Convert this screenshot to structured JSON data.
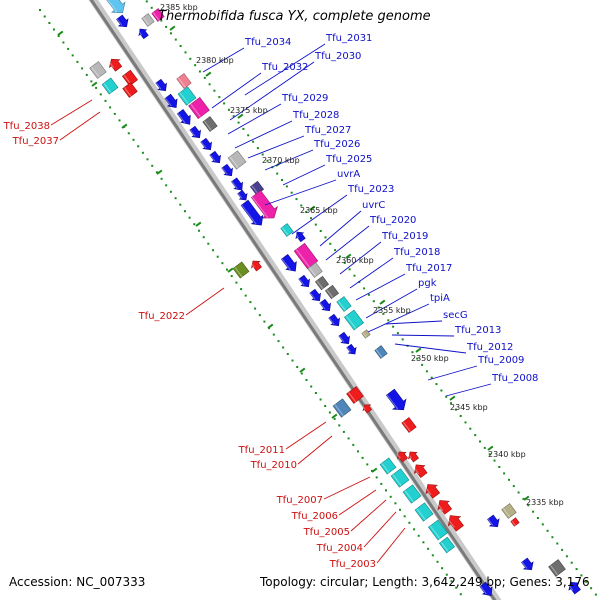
{
  "title": "Thermobifida fusca YX, complete genome",
  "accession": "Accession: NC_007333",
  "summary": "Topology: circular; Length: 3,642,249 bp; Genes: 3,176",
  "colors": {
    "backbone": "#7a7a7a",
    "tick": "#1a8a1a",
    "label_forward": "#1010c8",
    "label_reverse": "#cc1010",
    "blue": "#1414e6",
    "cyan": "#22d0d0",
    "magenta": "#ee22aa",
    "gray": "#b8b8b8",
    "darkgray": "#6e6e6e",
    "red": "#ee1c1c",
    "steel": "#4f86b9",
    "olive": "#6b8e23",
    "khaki": "#b5b088",
    "navy": "#4b3f8f",
    "pink": "#f08090",
    "lightblue": "#5fc5f0"
  },
  "kbp_labels": [
    "2385 kbp",
    "2380 kbp",
    "2375 kbp",
    "2370 kbp",
    "2365 kbp",
    "2360 kbp",
    "2355 kbp",
    "2350 kbp",
    "2345 kbp",
    "2340 kbp",
    "2335 kbp"
  ],
  "labels_forward": [
    "Tfu_2034",
    "Tfu_2031",
    "Tfu_2032",
    "Tfu_2030",
    "Tfu_2029",
    "Tfu_2028",
    "Tfu_2027",
    "Tfu_2026",
    "Tfu_2025",
    "uvrA",
    "Tfu_2023",
    "uvrC",
    "Tfu_2020",
    "Tfu_2019",
    "Tfu_2018",
    "Tfu_2017",
    "pgk",
    "tpiA",
    "secG",
    "Tfu_2013",
    "Tfu_2012",
    "Tfu_2009",
    "Tfu_2008"
  ],
  "labels_reverse": [
    "Tfu_2038",
    "Tfu_2037",
    "Tfu_2022",
    "Tfu_2011",
    "Tfu_2010",
    "Tfu_2007",
    "Tfu_2006",
    "Tfu_2005",
    "Tfu_2004",
    "Tfu_2003"
  ]
}
